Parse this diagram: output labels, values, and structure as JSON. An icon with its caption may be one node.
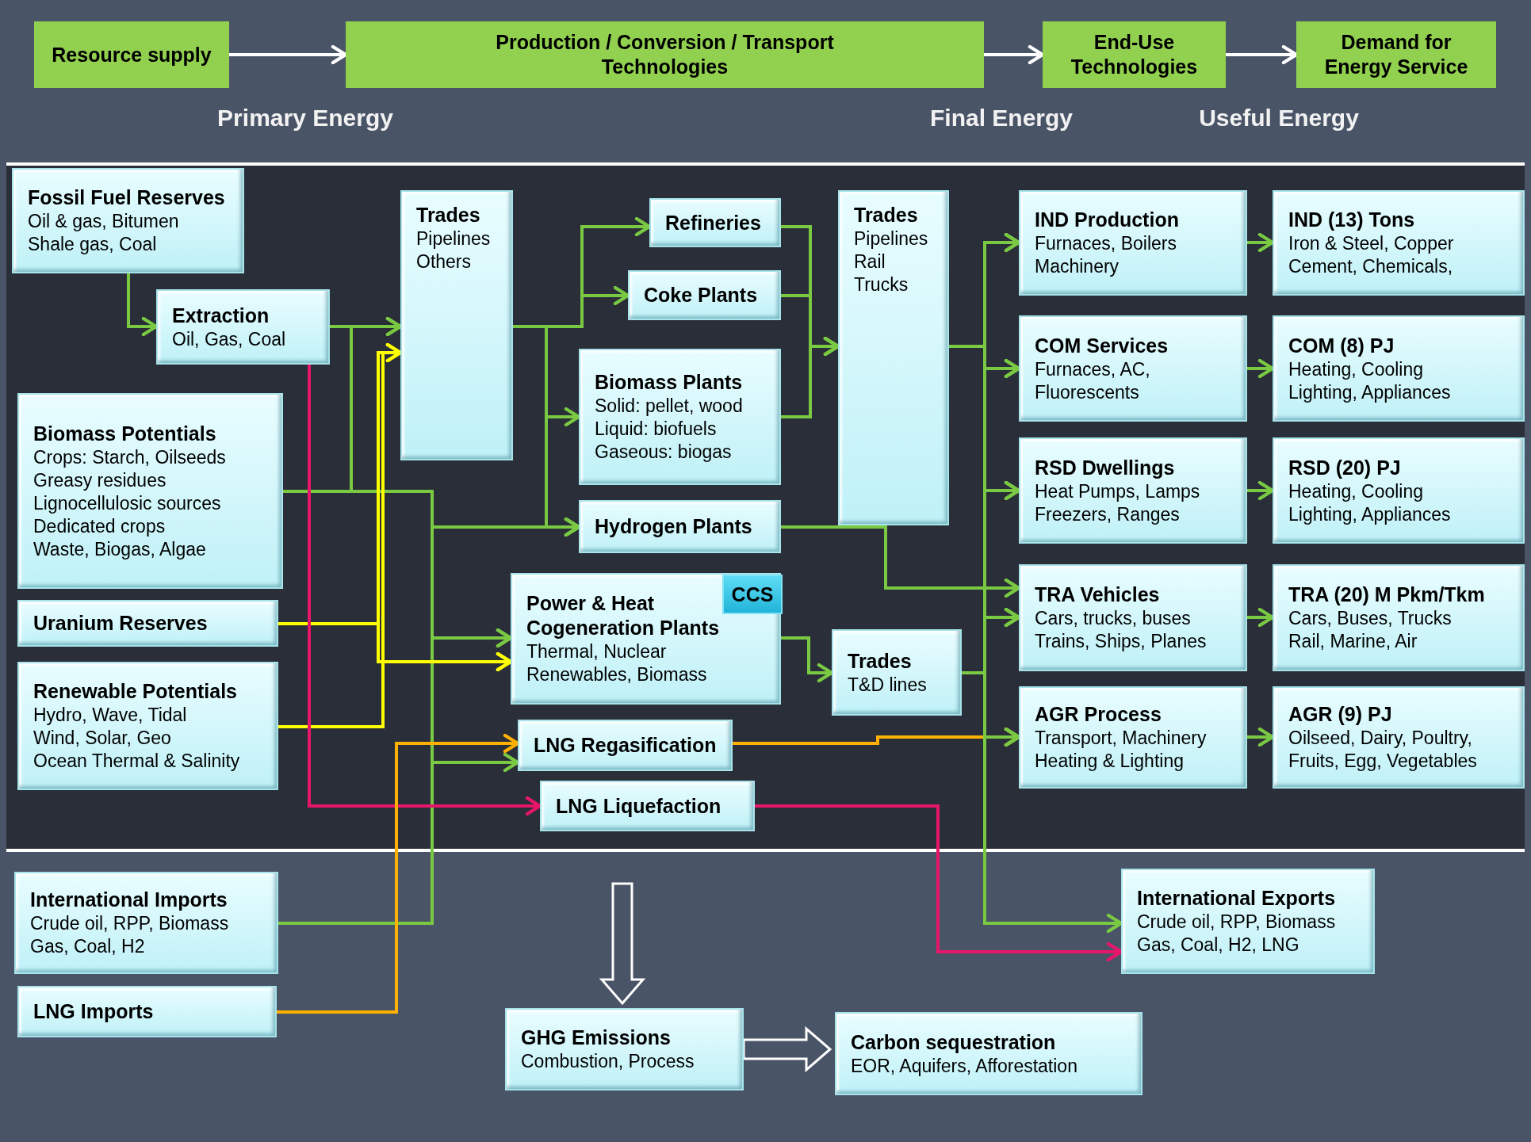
{
  "diagram": {
    "nodes": [
      {
        "text": [
          "Resource supply"
        ]
      },
      {
        "text": [
          "Production / Conversion / Transport Technologies"
        ]
      },
      {
        "text": [
          "End-Use Technologies"
        ]
      },
      {
        "text": [
          "Demand for Energy Service"
        ]
      },
      {
        "text": [
          "Fossil Fuel Reserves",
          "Oil & gas, Bitumen",
          "Shale gas, Coal"
        ]
      },
      {
        "text": [
          "Extraction",
          "Oil, Gas, Coal"
        ]
      },
      {
        "text": [
          "Biomass Potentials",
          "Crops: Starch, Oilseeds",
          "Greasy residues",
          "Lignocellulosic sources",
          "Dedicated crops",
          "Waste, Biogas, Algae"
        ]
      },
      {
        "text": [
          "Uranium Reserves"
        ]
      },
      {
        "text": [
          "Renewable Potentials",
          "Hydro, Wave, Tidal",
          "Wind, Solar, Geo",
          "Ocean Thermal & Salinity"
        ]
      },
      {
        "text": [
          "Trades",
          "Pipelines",
          "Others"
        ]
      },
      {
        "text": [
          "Refineries"
        ]
      },
      {
        "text": [
          "Coke Plants"
        ]
      },
      {
        "text": [
          "Biomass Plants",
          "Solid: pellet, wood",
          "Liquid: biofuels",
          "Gaseous: biogas"
        ]
      },
      {
        "text": [
          "Hydrogen Plants"
        ]
      },
      {
        "text": [
          "Power & Heat Cogeneration Plants",
          "Thermal, Nuclear",
          "Renewables, Biomass"
        ]
      },
      {
        "text": [
          "CCS"
        ],
        "in": 14
      },
      {
        "text": [
          "Trades",
          "T&D lines"
        ]
      },
      {
        "text": [
          "LNG Regasification"
        ]
      },
      {
        "text": [
          "LNG Liquefaction"
        ]
      },
      {
        "text": [
          "Trades",
          "Pipelines",
          "Rail",
          "Trucks"
        ]
      },
      {
        "text": [
          "IND Production",
          "Furnaces, Boilers",
          "Machinery"
        ]
      },
      {
        "text": [
          "COM Services",
          "Furnaces, AC,",
          "Fluorescents"
        ]
      },
      {
        "text": [
          "RSD Dwellings",
          "Heat Pumps, Lamps",
          "Freezers, Ranges"
        ]
      },
      {
        "text": [
          "TRA Vehicles",
          "Cars, trucks, buses",
          "Trains, Ships, Planes"
        ]
      },
      {
        "text": [
          "AGR Process",
          "Transport, Machinery",
          "Heating & Lighting"
        ]
      },
      {
        "text": [
          "IND (13) Tons",
          "Iron & Steel, Copper",
          "Cement, Chemicals,"
        ]
      },
      {
        "text": [
          "COM (8) PJ",
          "Heating, Cooling",
          "Lighting, Appliances"
        ]
      },
      {
        "text": [
          "RSD (20) PJ",
          "Heating, Cooling",
          "Lighting, Appliances"
        ]
      },
      {
        "text": [
          "TRA (20) M Pkm/Tkm",
          "Cars, Buses, Trucks",
          "Rail, Marine, Air"
        ]
      },
      {
        "text": [
          "AGR (9) PJ",
          "Oilseed, Dairy, Poultry,",
          "Fruits, Egg, Vegetables"
        ]
      },
      {
        "text": [
          "International Imports",
          "Crude oil, RPP, Biomass",
          "Gas, Coal, H2"
        ]
      },
      {
        "text": [
          "LNG Imports"
        ]
      },
      {
        "text": [
          "International Exports",
          "Crude oil, RPP, Biomass",
          "Gas, Coal, H2, LNG"
        ]
      },
      {
        "text": [
          "GHG Emissions",
          "Combustion, Process"
        ]
      },
      {
        "text": [
          "Carbon sequestration",
          "EOR, Aquifers, Afforestation"
        ]
      }
    ],
    "edges": [
      {
        "from": 0,
        "to": 1,
        "arrow": "to",
        "color": "#ffffff"
      },
      {
        "from": 1,
        "to": 2,
        "arrow": "to",
        "color": "#ffffff"
      },
      {
        "from": 2,
        "to": 3,
        "arrow": "to",
        "color": "#ffffff"
      },
      {
        "from": 4,
        "to": 5,
        "arrow": "to"
      },
      {
        "from": 5,
        "to": 9,
        "arrow": "to"
      },
      {
        "from": 6,
        "to": 9,
        "arrow": "to"
      },
      {
        "from": 6,
        "to": 13,
        "arrow": "to"
      },
      {
        "from": 6,
        "to": 14,
        "arrow": "to"
      },
      {
        "from": 30,
        "to": 13,
        "arrow": "to"
      },
      {
        "from": 30,
        "to": 14,
        "arrow": "to"
      },
      {
        "from": 30,
        "to": 17,
        "arrow": "to"
      },
      {
        "from": 9,
        "to": 10,
        "arrow": "to"
      },
      {
        "from": 9,
        "to": 11,
        "arrow": "to"
      },
      {
        "from": 9,
        "to": 12,
        "arrow": "to"
      },
      {
        "from": 9,
        "to": 13,
        "arrow": "to"
      },
      {
        "from": 7,
        "to": 9,
        "arrow": "to",
        "color": "#ffff00"
      },
      {
        "from": 7,
        "to": 14,
        "arrow": "to",
        "color": "#ffff00"
      },
      {
        "from": 8,
        "to": 9,
        "arrow": "to",
        "color": "#ffff00"
      },
      {
        "from": 8,
        "to": 14,
        "arrow": "to",
        "color": "#ffff00"
      },
      {
        "from": 5,
        "to": 18,
        "arrow": "to",
        "color": "#e8166a"
      },
      {
        "from": 18,
        "to": 32,
        "arrow": "to",
        "color": "#e8166a"
      },
      {
        "from": 31,
        "to": 17,
        "arrow": "to",
        "color": "#ffb000"
      },
      {
        "from": 17,
        "to": 24,
        "arrow": "to",
        "color": "#ffb000"
      },
      {
        "from": 10,
        "to": 19,
        "arrow": "to"
      },
      {
        "from": 11,
        "to": 19,
        "arrow": "to"
      },
      {
        "from": 12,
        "to": 19,
        "arrow": "to"
      },
      {
        "from": 13,
        "to": 23,
        "arrow": "to"
      },
      {
        "from": 19,
        "to": 20,
        "arrow": "to"
      },
      {
        "from": 19,
        "to": 21,
        "arrow": "to"
      },
      {
        "from": 19,
        "to": 22,
        "arrow": "to"
      },
      {
        "from": 19,
        "to": 23,
        "arrow": "to"
      },
      {
        "from": 19,
        "to": 24,
        "arrow": "to"
      },
      {
        "from": 19,
        "to": 32,
        "arrow": "to"
      },
      {
        "from": 14,
        "to": 16,
        "arrow": "to"
      },
      {
        "from": 16,
        "to": 20,
        "arrow": "to"
      },
      {
        "from": 16,
        "to": 21,
        "arrow": "to"
      },
      {
        "from": 16,
        "to": 22,
        "arrow": "to"
      },
      {
        "from": 16,
        "to": 23,
        "arrow": "to"
      },
      {
        "from": 16,
        "to": 24,
        "arrow": "to"
      },
      {
        "from": 20,
        "to": 25,
        "arrow": "to"
      },
      {
        "from": 21,
        "to": 26,
        "arrow": "to"
      },
      {
        "from": 22,
        "to": 27,
        "arrow": "to"
      },
      {
        "from": 23,
        "to": 28,
        "arrow": "to"
      },
      {
        "from": 24,
        "to": 29,
        "arrow": "to"
      },
      {
        "from": null,
        "to": 33,
        "arrow": "to",
        "style": "thick",
        "color": "#ffffff"
      },
      {
        "from": 33,
        "to": 34,
        "arrow": "to",
        "style": "thick",
        "color": "#ffffff"
      }
    ],
    "labels": [
      "Primary Energy",
      "Final Energy",
      "Useful Energy"
    ]
  }
}
